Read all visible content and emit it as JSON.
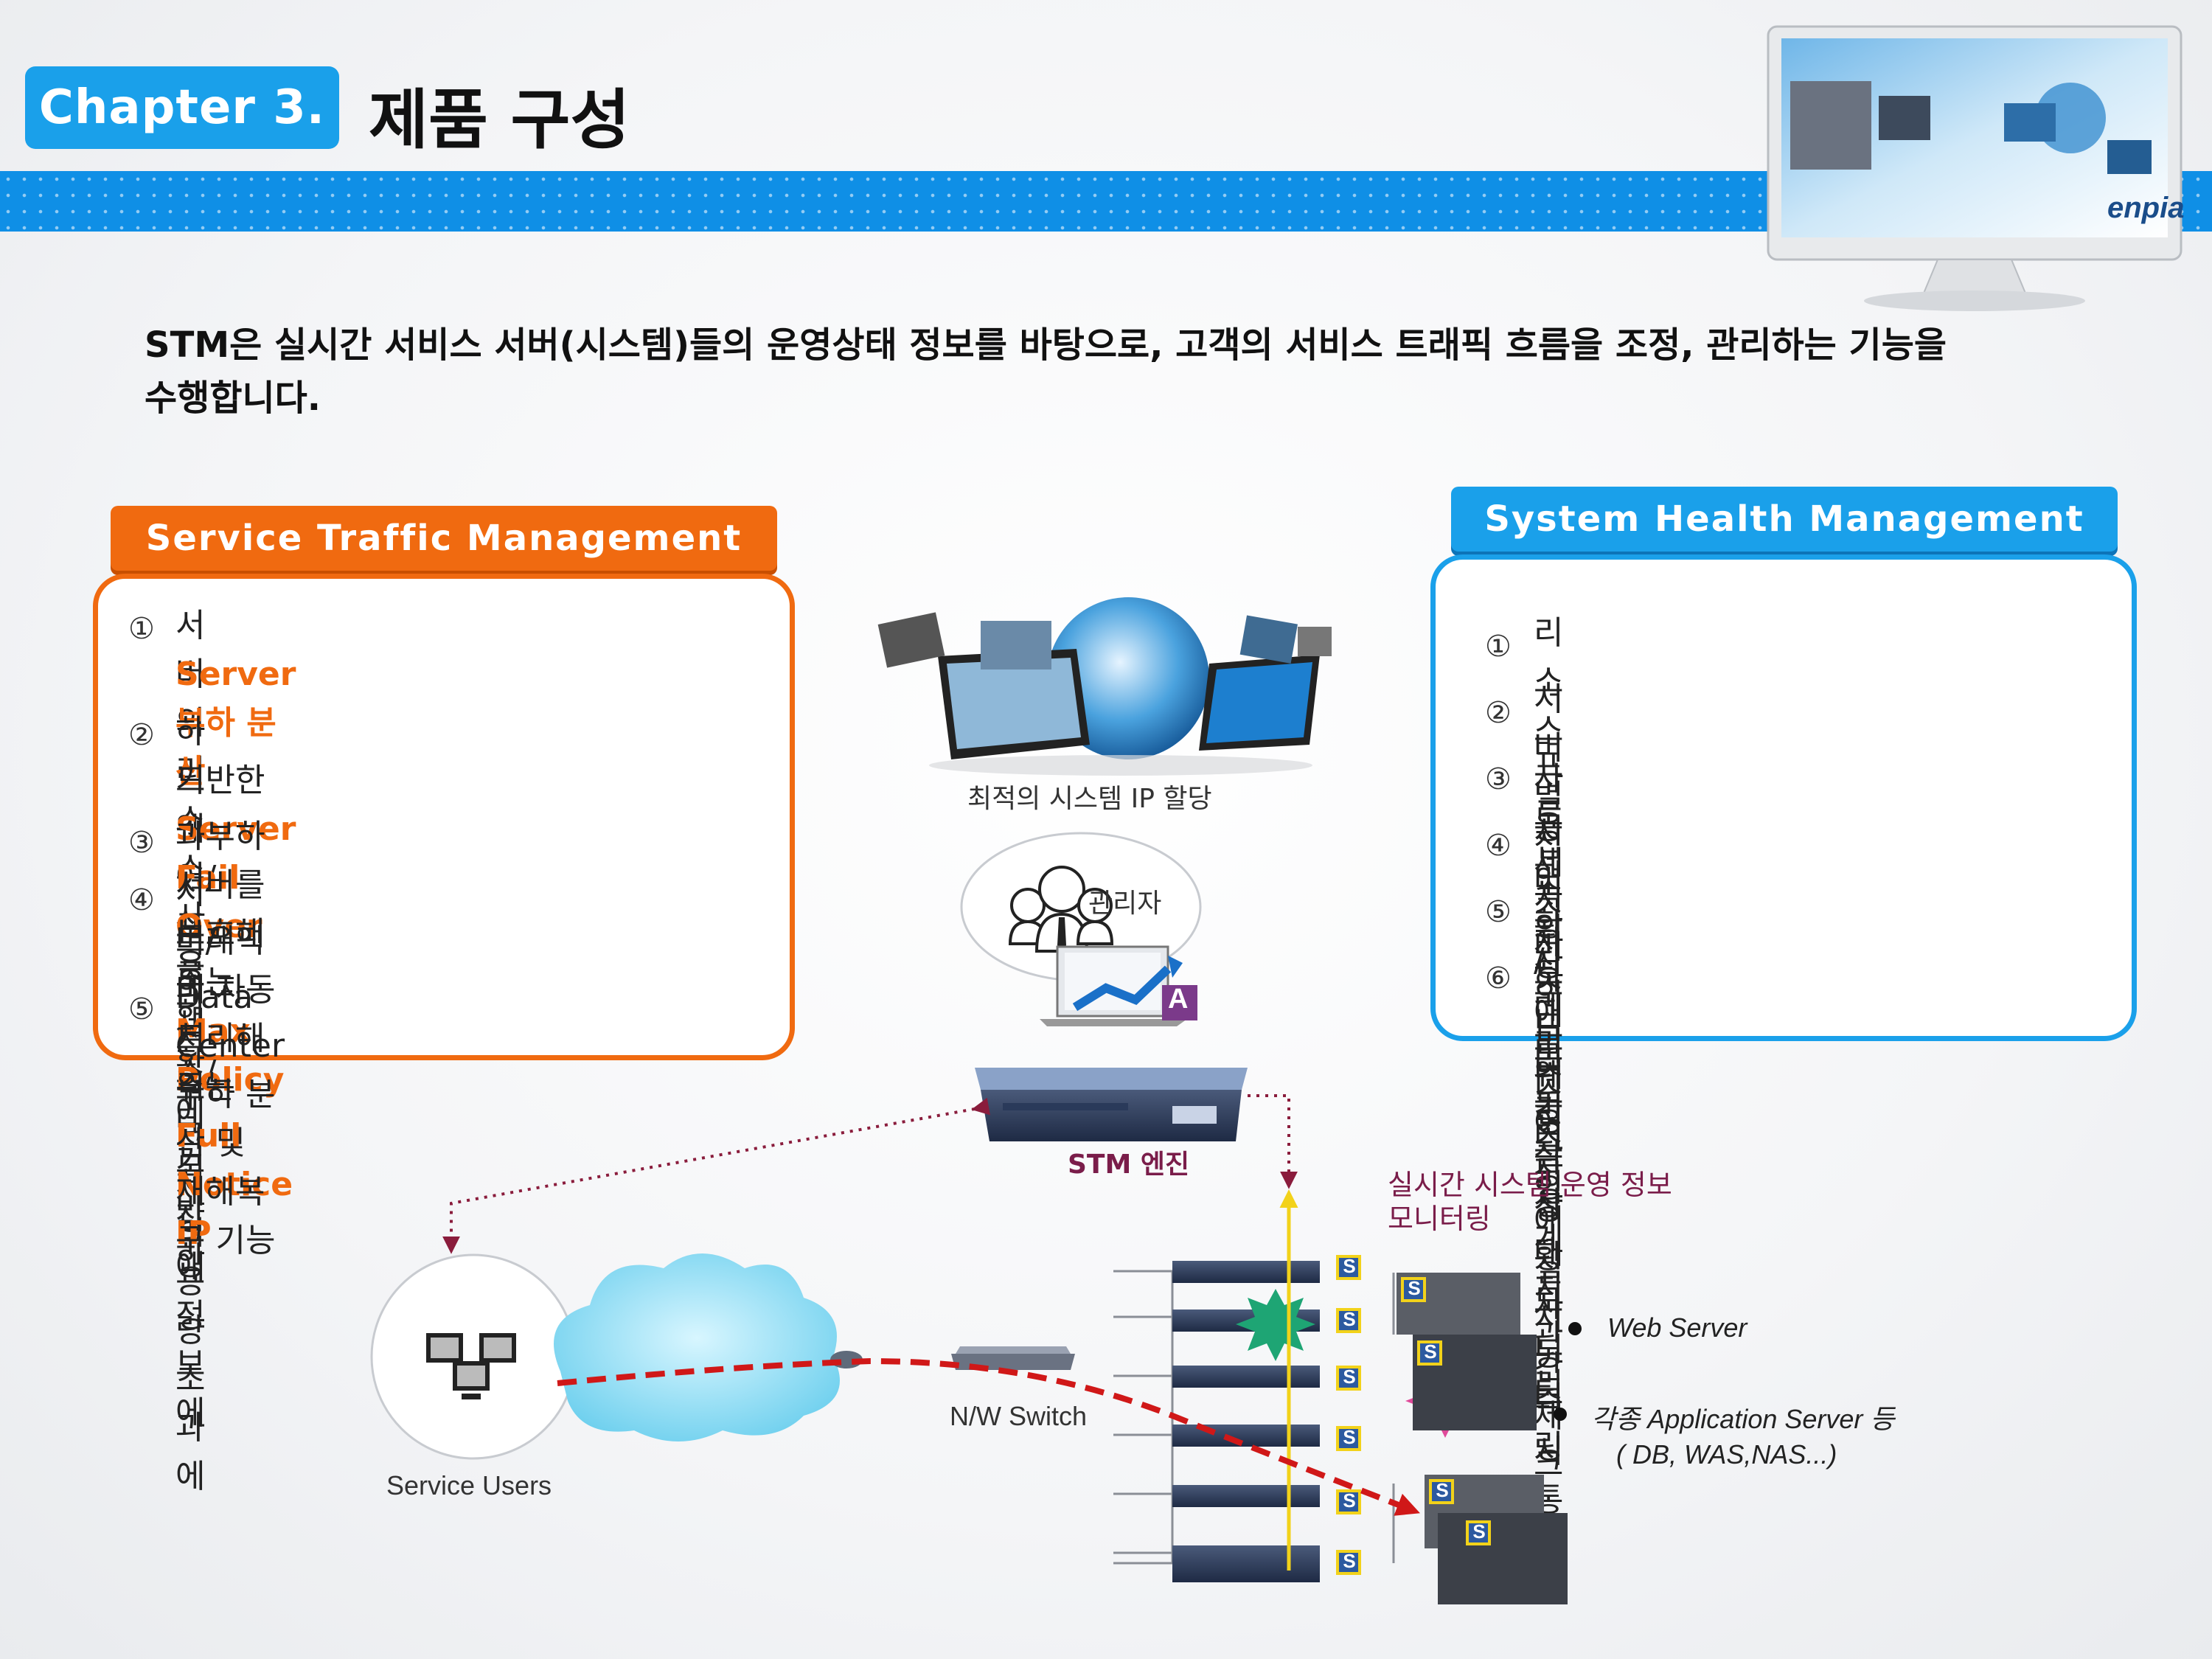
{
  "header": {
    "chapter_label": "Chapter 3.",
    "title": "제품 구성"
  },
  "intro": {
    "line1": "STM은 실시간 서비스 서버(시스템)들의 운영상태 정보를 바탕으로, 고객의 서비스 트래픽 흐름을 조정, 관리하는 기능을",
    "line2": "수행합니다."
  },
  "service_traffic": {
    "title": "Service Traffic Management",
    "items": [
      {
        "num": "①",
        "text_a": "서버의 리소스 사용 현황에 기반한",
        "highlight": "Server 부하 분산"
      },
      {
        "num": "②",
        "text_a": "하드웨어/프로세스/데몬 장애 정보에",
        "text_b": "기반한 ",
        "highlight": "Server Fail Over"
      },
      {
        "num": "③",
        "text_a": "과부하 서버를 보호해 주는 ",
        "highlight": "Max Policy"
      },
      {
        "num": "④",
        "text_a": "서버/네트워크 처리 용량 초과에",
        "text_b": "트래픽의 자동처리해 주는 ",
        "highlight": "Full Notice IP"
      },
      {
        "num": "⑤",
        "text_a": "Data Center 부하 분산 및 재해복구 기능"
      }
    ]
  },
  "system_health": {
    "title": "System Health Management",
    "items": [
      {
        "num": "①",
        "text": "리소스 사용 현황 모니터링"
      },
      {
        "num": "②",
        "text": "서버별 접속자 수 모니터링"
      },
      {
        "num": "③",
        "text": "프로세스 / 데몬 동작 상태 모니터링"
      },
      {
        "num": "④",
        "text": "서버의 하드웨어 장애 실시간 체크"
      },
      {
        "num": "⑤",
        "text": "서버의 리소스 임계치 관리"
      },
      {
        "num": "⑥",
        "text": "장애 및 긴급 상황 자동 즉시 통보"
      }
    ]
  },
  "diagram": {
    "ip_label": "최적의 시스템 IP 할당",
    "admin_label": "관리자",
    "admin_badge": "A",
    "stm_engine": "STM 엔진",
    "monitor_label_1": "실시간 시스템  운영 정보",
    "monitor_label_2": "모니터링",
    "service_users": "Service Users",
    "switch": "N/W Switch",
    "server_badge": "S",
    "legend_web": "Web Server",
    "legend_app": "각종 Application Server 등",
    "legend_app_sub": "( DB, WAS,NAS...)",
    "monitor_brand": "enpia"
  },
  "colors": {
    "orange": "#f06a10",
    "blue": "#1aa0ea",
    "maroon": "#7a1d4a",
    "red_dash": "#d01818",
    "yellow_line": "#f2d21a"
  }
}
